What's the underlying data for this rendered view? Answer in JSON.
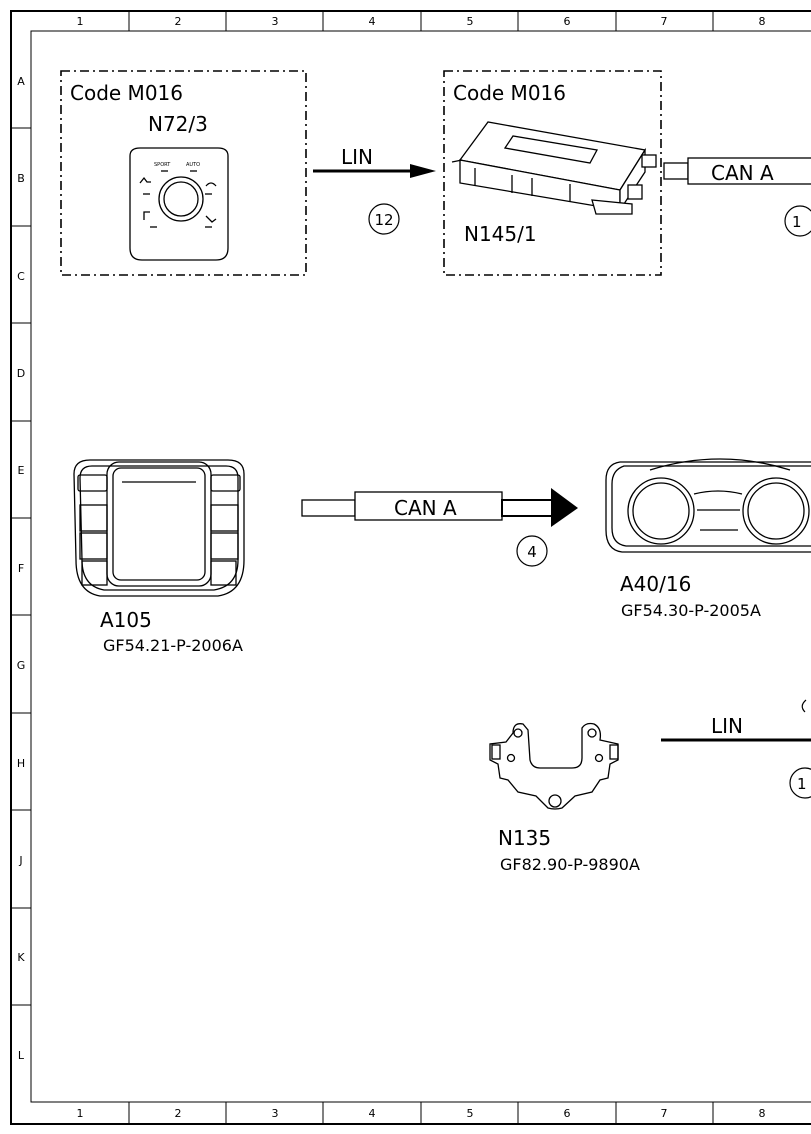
{
  "frame": {
    "columns": [
      "1",
      "2",
      "3",
      "4",
      "5",
      "6",
      "7",
      "8"
    ],
    "rows": [
      "A",
      "B",
      "C",
      "D",
      "E",
      "F",
      "G",
      "H",
      "J",
      "K",
      "L"
    ]
  },
  "components": {
    "n72_3": {
      "code": "Code M016",
      "label": "N72/3",
      "button_sport": "SPORT",
      "button_auto": "AUTO"
    },
    "n145_1": {
      "code": "Code M016",
      "label": "N145/1"
    },
    "a105": {
      "label": "A105",
      "ref": "GF54.21-P-2006A"
    },
    "a40_16": {
      "label": "A40/16",
      "ref": "GF54.30-P-2005A"
    },
    "n135": {
      "label": "N135",
      "ref": "GF82.90-P-9890A"
    }
  },
  "connections": {
    "lin_top": {
      "label": "LIN",
      "number": "12"
    },
    "can_top_right": {
      "label": "CAN A",
      "number": "1"
    },
    "can_mid": {
      "label": "CAN A",
      "number": "4"
    },
    "lin_bottom": {
      "label": "LIN",
      "number": "1"
    }
  }
}
